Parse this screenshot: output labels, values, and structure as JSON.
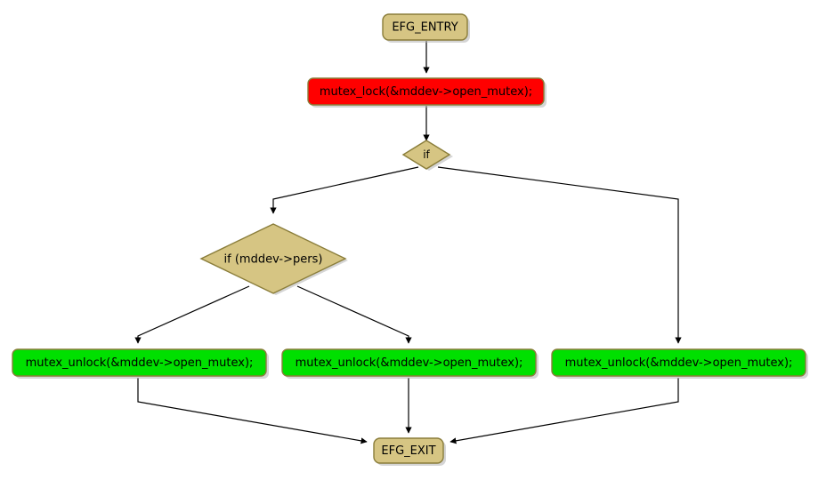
{
  "diagram": {
    "title": "EFG control flow graph",
    "type": "flowchart",
    "background": "#ffffff",
    "colors": {
      "terminal_fill": "#d6c583",
      "terminal_stroke": "#8a7d3a",
      "decision_fill": "#d6c583",
      "decision_stroke": "#8a7d3a",
      "lock_fill": "#ff0000",
      "lock_stroke": "#8a7d3a",
      "unlock_fill": "#00e000",
      "unlock_stroke": "#8a7d3a",
      "edge_stroke": "#000000",
      "shadow": "#b3b3b3",
      "text": "#000000"
    },
    "nodes": [
      {
        "id": "entry",
        "label": "EFG_ENTRY",
        "shape": "rounded-rect",
        "role": "terminal"
      },
      {
        "id": "lock",
        "label": "mutex_lock(&mddev->open_mutex);",
        "shape": "rounded-rect",
        "role": "statement-lock"
      },
      {
        "id": "if1",
        "label": "if",
        "shape": "diamond",
        "role": "decision"
      },
      {
        "id": "if2",
        "label": "if (mddev->pers)",
        "shape": "diamond",
        "role": "decision"
      },
      {
        "id": "unlock_a",
        "label": "mutex_unlock(&mddev->open_mutex);",
        "shape": "rounded-rect",
        "role": "statement-unlock"
      },
      {
        "id": "unlock_b",
        "label": "mutex_unlock(&mddev->open_mutex);",
        "shape": "rounded-rect",
        "role": "statement-unlock"
      },
      {
        "id": "unlock_c",
        "label": "mutex_unlock(&mddev->open_mutex);",
        "shape": "rounded-rect",
        "role": "statement-unlock"
      },
      {
        "id": "exit",
        "label": "EFG_EXIT",
        "shape": "rounded-rect",
        "role": "terminal"
      }
    ],
    "edges": [
      {
        "from": "entry",
        "to": "lock",
        "label": ""
      },
      {
        "from": "lock",
        "to": "if1",
        "label": ""
      },
      {
        "from": "if1",
        "to": "if2",
        "label": ""
      },
      {
        "from": "if1",
        "to": "unlock_c",
        "label": ""
      },
      {
        "from": "if2",
        "to": "unlock_a",
        "label": ""
      },
      {
        "from": "if2",
        "to": "unlock_b",
        "label": ""
      },
      {
        "from": "unlock_a",
        "to": "exit",
        "label": ""
      },
      {
        "from": "unlock_b",
        "to": "exit",
        "label": ""
      },
      {
        "from": "unlock_c",
        "to": "exit",
        "label": ""
      }
    ]
  }
}
